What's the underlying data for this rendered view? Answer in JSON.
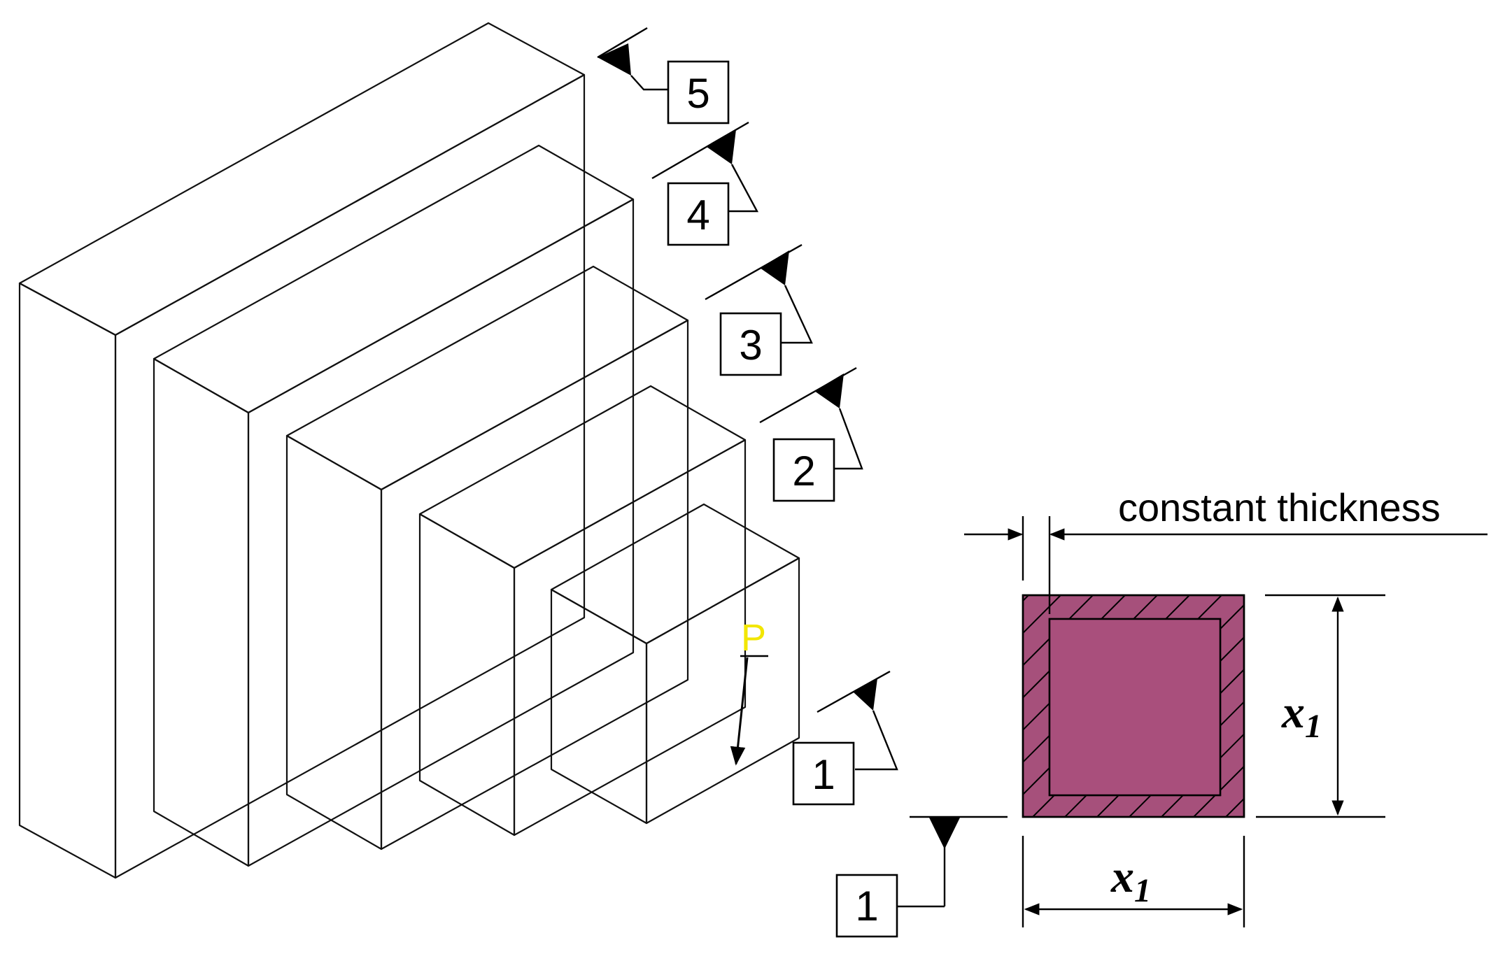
{
  "colors": {
    "front_face": "#4c2439",
    "top_face": "#70384f",
    "side_face": "#5c2d44",
    "side_shadow": "#3e1c2e",
    "section_fill": "#a6507b",
    "section_edge": "#c06e95",
    "load_label": "#f2e600"
  },
  "weld_symbols": [
    {
      "number": "5",
      "type": "fillet-weld-arrow-side"
    },
    {
      "number": "4",
      "type": "fillet-weld-other-side"
    },
    {
      "number": "3",
      "type": "fillet-weld-other-side"
    },
    {
      "number": "2",
      "type": "fillet-weld-other-side"
    },
    {
      "number": "1",
      "type": "fillet-weld-other-side"
    }
  ],
  "load": {
    "label": "P"
  },
  "section": {
    "thickness_label": "constant thickness",
    "height_label": {
      "symbol": "x",
      "subscript": "1"
    },
    "width_label": {
      "symbol": "x",
      "subscript": "1"
    },
    "weld_number": "1"
  }
}
